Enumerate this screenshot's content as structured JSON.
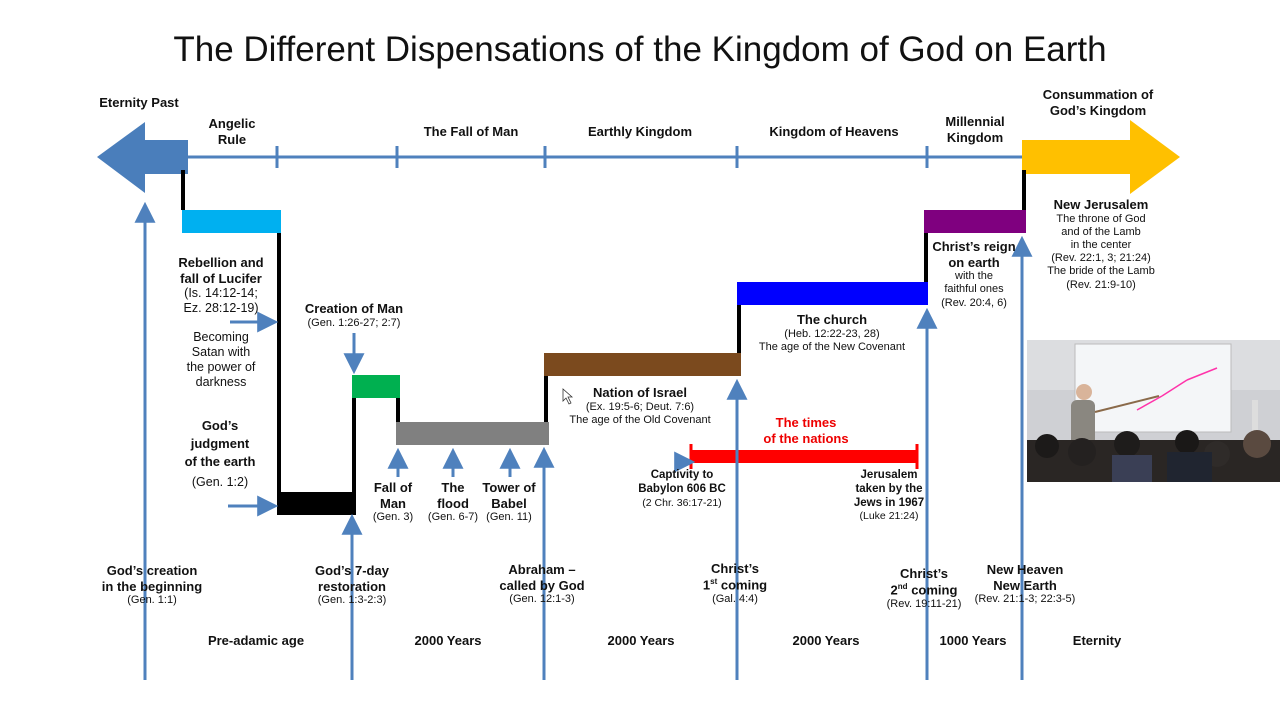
{
  "title": "The Different Dispensations of the Kingdom of God on Earth",
  "colors": {
    "arrow_blue": "#4f81bd",
    "eternity_past_arrow": "#4a7ebb",
    "consummation_arrow": "#ffc000",
    "angelic_bar": "#00b0f0",
    "restoration_bar": "#000000",
    "creation_bar": "#00b050",
    "fall_bar": "#808080",
    "israel_bar": "#7b4a1e",
    "church_bar": "#0000ff",
    "millennial_bar": "#7f007f",
    "nations_bar": "#ff0000",
    "steps": "#000000"
  },
  "top_labels": {
    "eternity_past": [
      "Eternity Past"
    ],
    "angelic_rule": [
      "Angelic",
      "Rule"
    ],
    "fall_of_man": [
      "The Fall of Man"
    ],
    "earthly_kingdom": [
      "Earthly Kingdom"
    ],
    "kingdom_of_heavens": [
      "Kingdom of Heavens"
    ],
    "millennial_kingdom": [
      "Millennial",
      "Kingdom"
    ],
    "consummation": [
      "Consummation of",
      "God’s Kingdom"
    ]
  },
  "notes": {
    "rebellion": {
      "title": [
        "Rebellion and",
        "fall of Lucifer"
      ],
      "ref": [
        "(Is. 14:12-14;",
        "Ez. 28:12-19)"
      ]
    },
    "becoming_satan": [
      "Becoming",
      "Satan with",
      "the power of",
      "darkness"
    ],
    "judgment": {
      "title": [
        "God’s",
        "judgment",
        "of the earth"
      ],
      "ref": [
        "(Gen. 1:2)"
      ]
    },
    "creation_of_man": {
      "title": [
        "Creation of Man"
      ],
      "ref": [
        "(Gen. 1:26-27; 2:7)"
      ]
    },
    "fall_of_man": {
      "title": [
        "Fall of",
        "Man"
      ],
      "ref": [
        "(Gen. 3)"
      ]
    },
    "flood": {
      "title": [
        "The",
        "flood"
      ],
      "ref": [
        "(Gen. 6-7)"
      ]
    },
    "babel": {
      "title": [
        "Tower of",
        "Babel"
      ],
      "ref": [
        "(Gen. 11)"
      ]
    },
    "israel": {
      "title": [
        "Nation of Israel"
      ],
      "ref": [
        "(Ex. 19:5-6; Deut. 7:6)"
      ],
      "sub": [
        "The age of the Old Covenant"
      ]
    },
    "church": {
      "title": [
        "The church"
      ],
      "ref": [
        "(Heb. 12:22-23, 28)"
      ],
      "sub": [
        "The age of the New Covenant"
      ]
    },
    "nations": [
      "The times",
      "of the nations"
    ],
    "captivity": {
      "title": [
        "Captivity to",
        "Babylon 606 BC"
      ],
      "ref": [
        "(2 Chr. 36:17-21)"
      ]
    },
    "jerusalem": {
      "title": [
        "Jerusalem",
        "taken by the",
        "Jews in 1967"
      ],
      "ref": [
        "(Luke 21:24)"
      ]
    },
    "millennial_reign": {
      "title": [
        "Christ’s reign",
        "on earth"
      ],
      "sub": [
        "with the",
        "faithful ones"
      ],
      "ref": [
        "(Rev. 20:4, 6)"
      ]
    },
    "new_jerusalem": {
      "title": [
        "New Jerusalem"
      ],
      "lines": [
        "The throne of God",
        "and of the Lamb",
        "in the center",
        "(Rev. 22:1, 3; 21:24)",
        "The bride of the Lamb",
        "(Rev. 21:9-10)"
      ]
    }
  },
  "bottom_events": {
    "creation": {
      "title": [
        "God’s creation",
        "in the beginning"
      ],
      "ref": [
        "(Gen. 1:1)"
      ]
    },
    "restoration": {
      "title": [
        "God’s 7-day",
        "restoration"
      ],
      "ref": [
        "(Gen. 1:3-2:3)"
      ]
    },
    "abraham": {
      "title": [
        "Abraham –",
        "called by God"
      ],
      "ref": [
        "(Gen. 12:1-3)"
      ]
    },
    "first_coming": {
      "title_a": "Christ’s",
      "ord": "1",
      "sup": "st",
      "word": "coming",
      "ref": "(Gal. 4:4)"
    },
    "second_coming": {
      "title_a": "Christ’s",
      "ord": "2",
      "sup": "nd",
      "word": "coming",
      "ref": "(Rev. 19:11-21)"
    },
    "new_heaven": {
      "title": [
        "New Heaven",
        "New Earth"
      ],
      "ref": [
        "(Rev. 21:1-3; 22:3-5)"
      ]
    }
  },
  "ages": {
    "pre_adamic": "Pre-adamic age",
    "y2000_a": "2000 Years",
    "y2000_b": "2000 Years",
    "y2000_c": "2000 Years",
    "y1000": "1000 Years",
    "eternity": "Eternity"
  }
}
